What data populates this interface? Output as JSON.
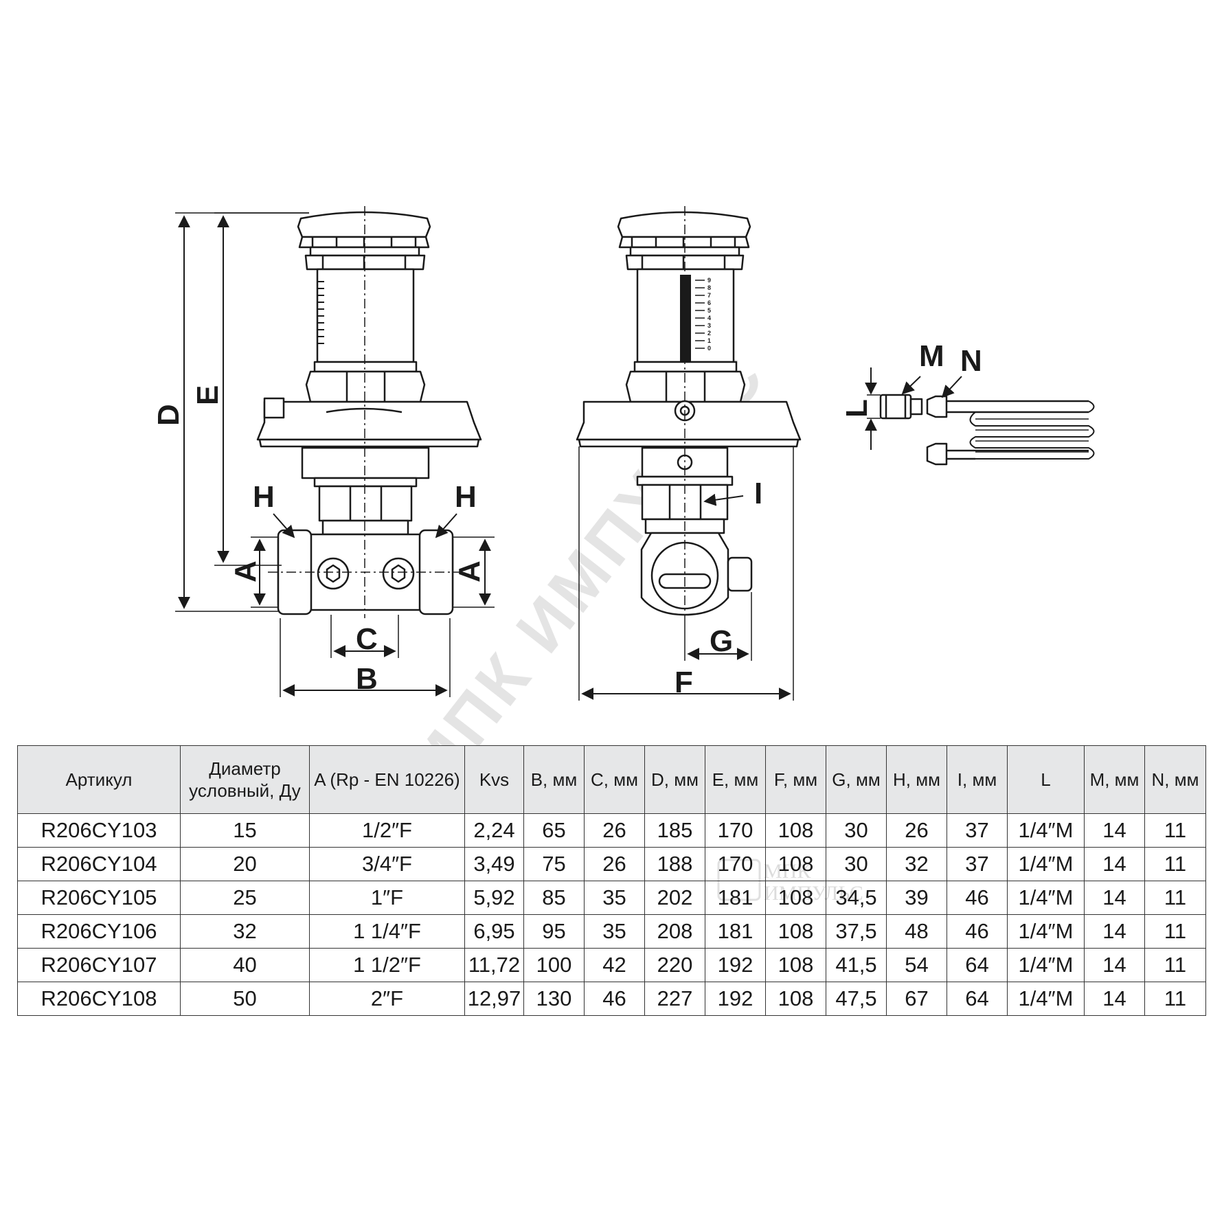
{
  "drawing": {
    "labels": {
      "A_left": "A",
      "A_right": "A",
      "B": "B",
      "C": "C",
      "D": "D",
      "E": "E",
      "H_left": "H",
      "H_right": "H",
      "F": "F",
      "G": "G",
      "I": "I",
      "L": "L",
      "M": "M",
      "N": "N"
    },
    "scale_digits": [
      "9",
      "8",
      "7",
      "6",
      "5",
      "4",
      "3",
      "2",
      "1",
      "0"
    ],
    "watermark": "МПК ИМПУЛЬС",
    "watermark_logo_line1": "МПК",
    "watermark_logo_line2": "ИМПУЛЬС"
  },
  "table": {
    "headers": [
      [
        "Артикул"
      ],
      [
        "Диаметр",
        "условный, Ду"
      ],
      [
        "A (Rp - EN 10226)"
      ],
      [
        "Kvs"
      ],
      [
        "B, мм"
      ],
      [
        "C, мм"
      ],
      [
        "D, мм"
      ],
      [
        "E, мм"
      ],
      [
        "F, мм"
      ],
      [
        "G, мм"
      ],
      [
        "H, мм"
      ],
      [
        "I, мм"
      ],
      [
        "L"
      ],
      [
        "M, мм"
      ],
      [
        "N, мм"
      ]
    ],
    "rows": [
      [
        "R206CY103",
        "15",
        "1/2″F",
        "2,24",
        "65",
        "26",
        "185",
        "170",
        "108",
        "30",
        "26",
        "37",
        "1/4″M",
        "14",
        "11"
      ],
      [
        "R206CY104",
        "20",
        "3/4″F",
        "3,49",
        "75",
        "26",
        "188",
        "170",
        "108",
        "30",
        "32",
        "37",
        "1/4″M",
        "14",
        "11"
      ],
      [
        "R206CY105",
        "25",
        "1″F",
        "5,92",
        "85",
        "35",
        "202",
        "181",
        "108",
        "34,5",
        "39",
        "46",
        "1/4″M",
        "14",
        "11"
      ],
      [
        "R206CY106",
        "32",
        "1 1/4″F",
        "6,95",
        "95",
        "35",
        "208",
        "181",
        "108",
        "37,5",
        "48",
        "46",
        "1/4″M",
        "14",
        "11"
      ],
      [
        "R206CY107",
        "40",
        "1 1/2″F",
        "11,72",
        "100",
        "42",
        "220",
        "192",
        "108",
        "41,5",
        "54",
        "64",
        "1/4″M",
        "14",
        "11"
      ],
      [
        "R206CY108",
        "50",
        "2″F",
        "12,97",
        "130",
        "46",
        "227",
        "192",
        "108",
        "47,5",
        "67",
        "64",
        "1/4″M",
        "14",
        "11"
      ]
    ]
  }
}
